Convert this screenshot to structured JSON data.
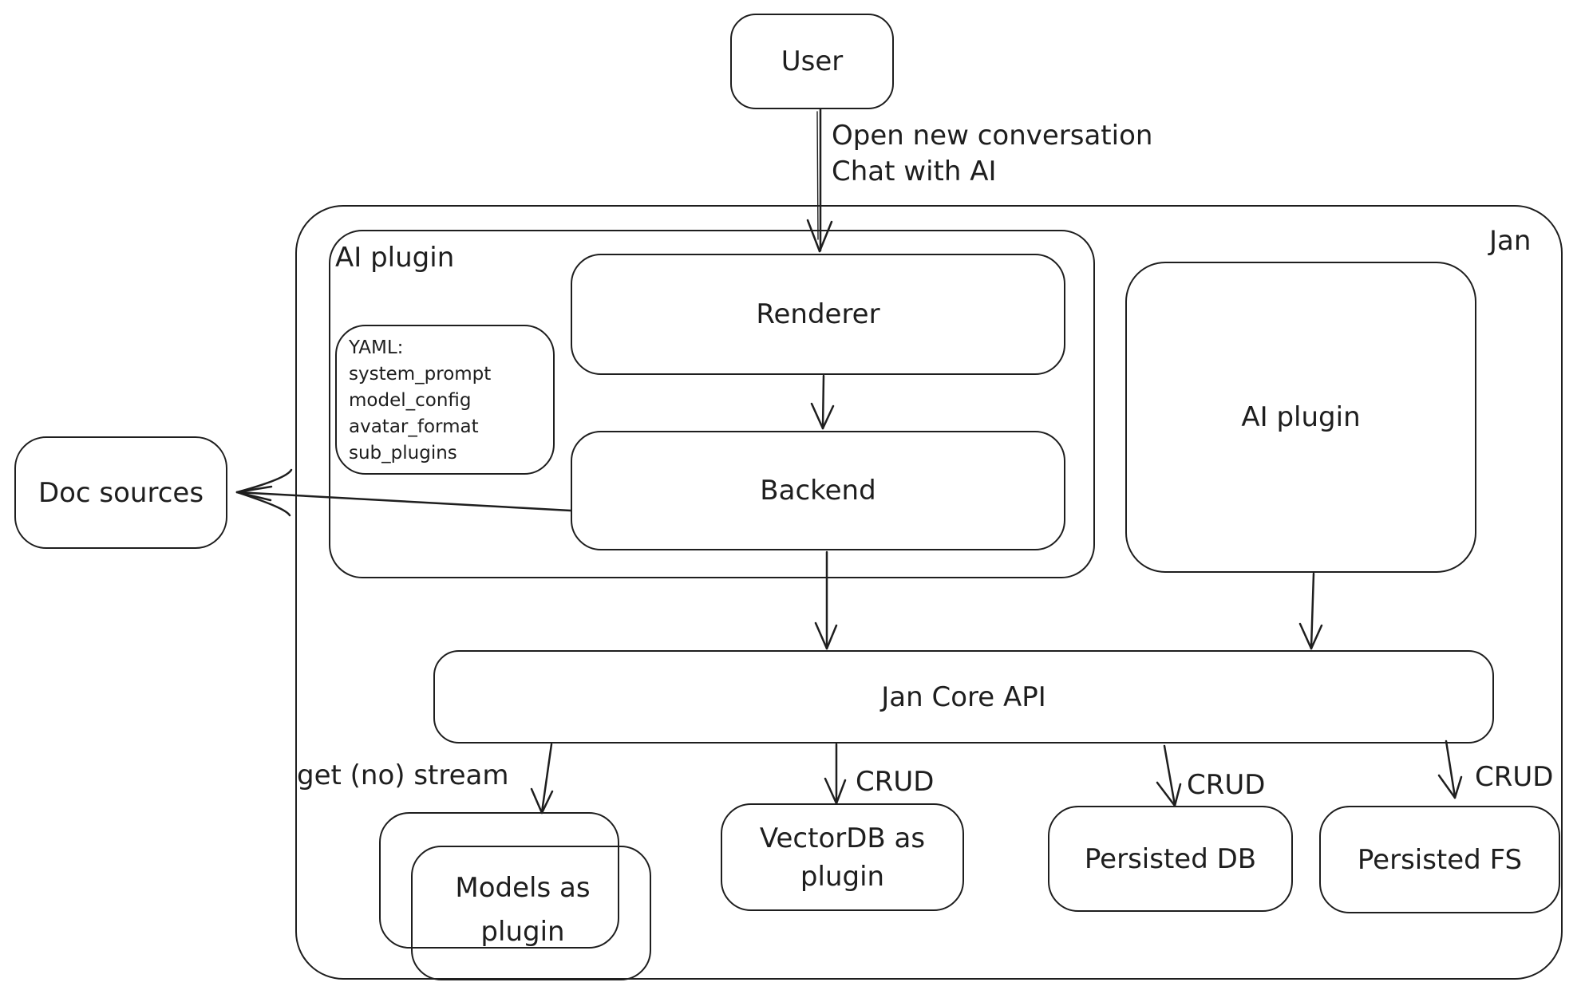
{
  "colors": {
    "stroke": "#1e1e1e",
    "background": "#ffffff"
  },
  "nodes": {
    "user": {
      "label": "User"
    },
    "jan": {
      "label": "Jan"
    },
    "ai_plugin_group": {
      "label": "AI plugin"
    },
    "renderer": {
      "label": "Renderer"
    },
    "backend": {
      "label": "Backend"
    },
    "yaml_note": {
      "text": "YAML:\nsystem_prompt\nmodel_config\navatar_format\nsub_plugins"
    },
    "ai_plugin_box": {
      "label": "AI plugin"
    },
    "doc_sources": {
      "label": "Doc sources"
    },
    "jan_core_api": {
      "label": "Jan Core API"
    },
    "models_plugin": {
      "label": "Models as\nplugin"
    },
    "vectordb": {
      "label": "VectorDB as\nplugin"
    },
    "persisted_db": {
      "label": "Persisted DB"
    },
    "persisted_fs": {
      "label": "Persisted FS"
    }
  },
  "edges": {
    "user_flow": {
      "label": "Open new conversation\nChat with AI"
    },
    "get_stream": {
      "label": "get (no) stream"
    },
    "crud_vectordb": {
      "label": "CRUD"
    },
    "crud_persisted_db": {
      "label": "CRUD"
    },
    "crud_persisted_fs": {
      "label": "CRUD"
    }
  }
}
